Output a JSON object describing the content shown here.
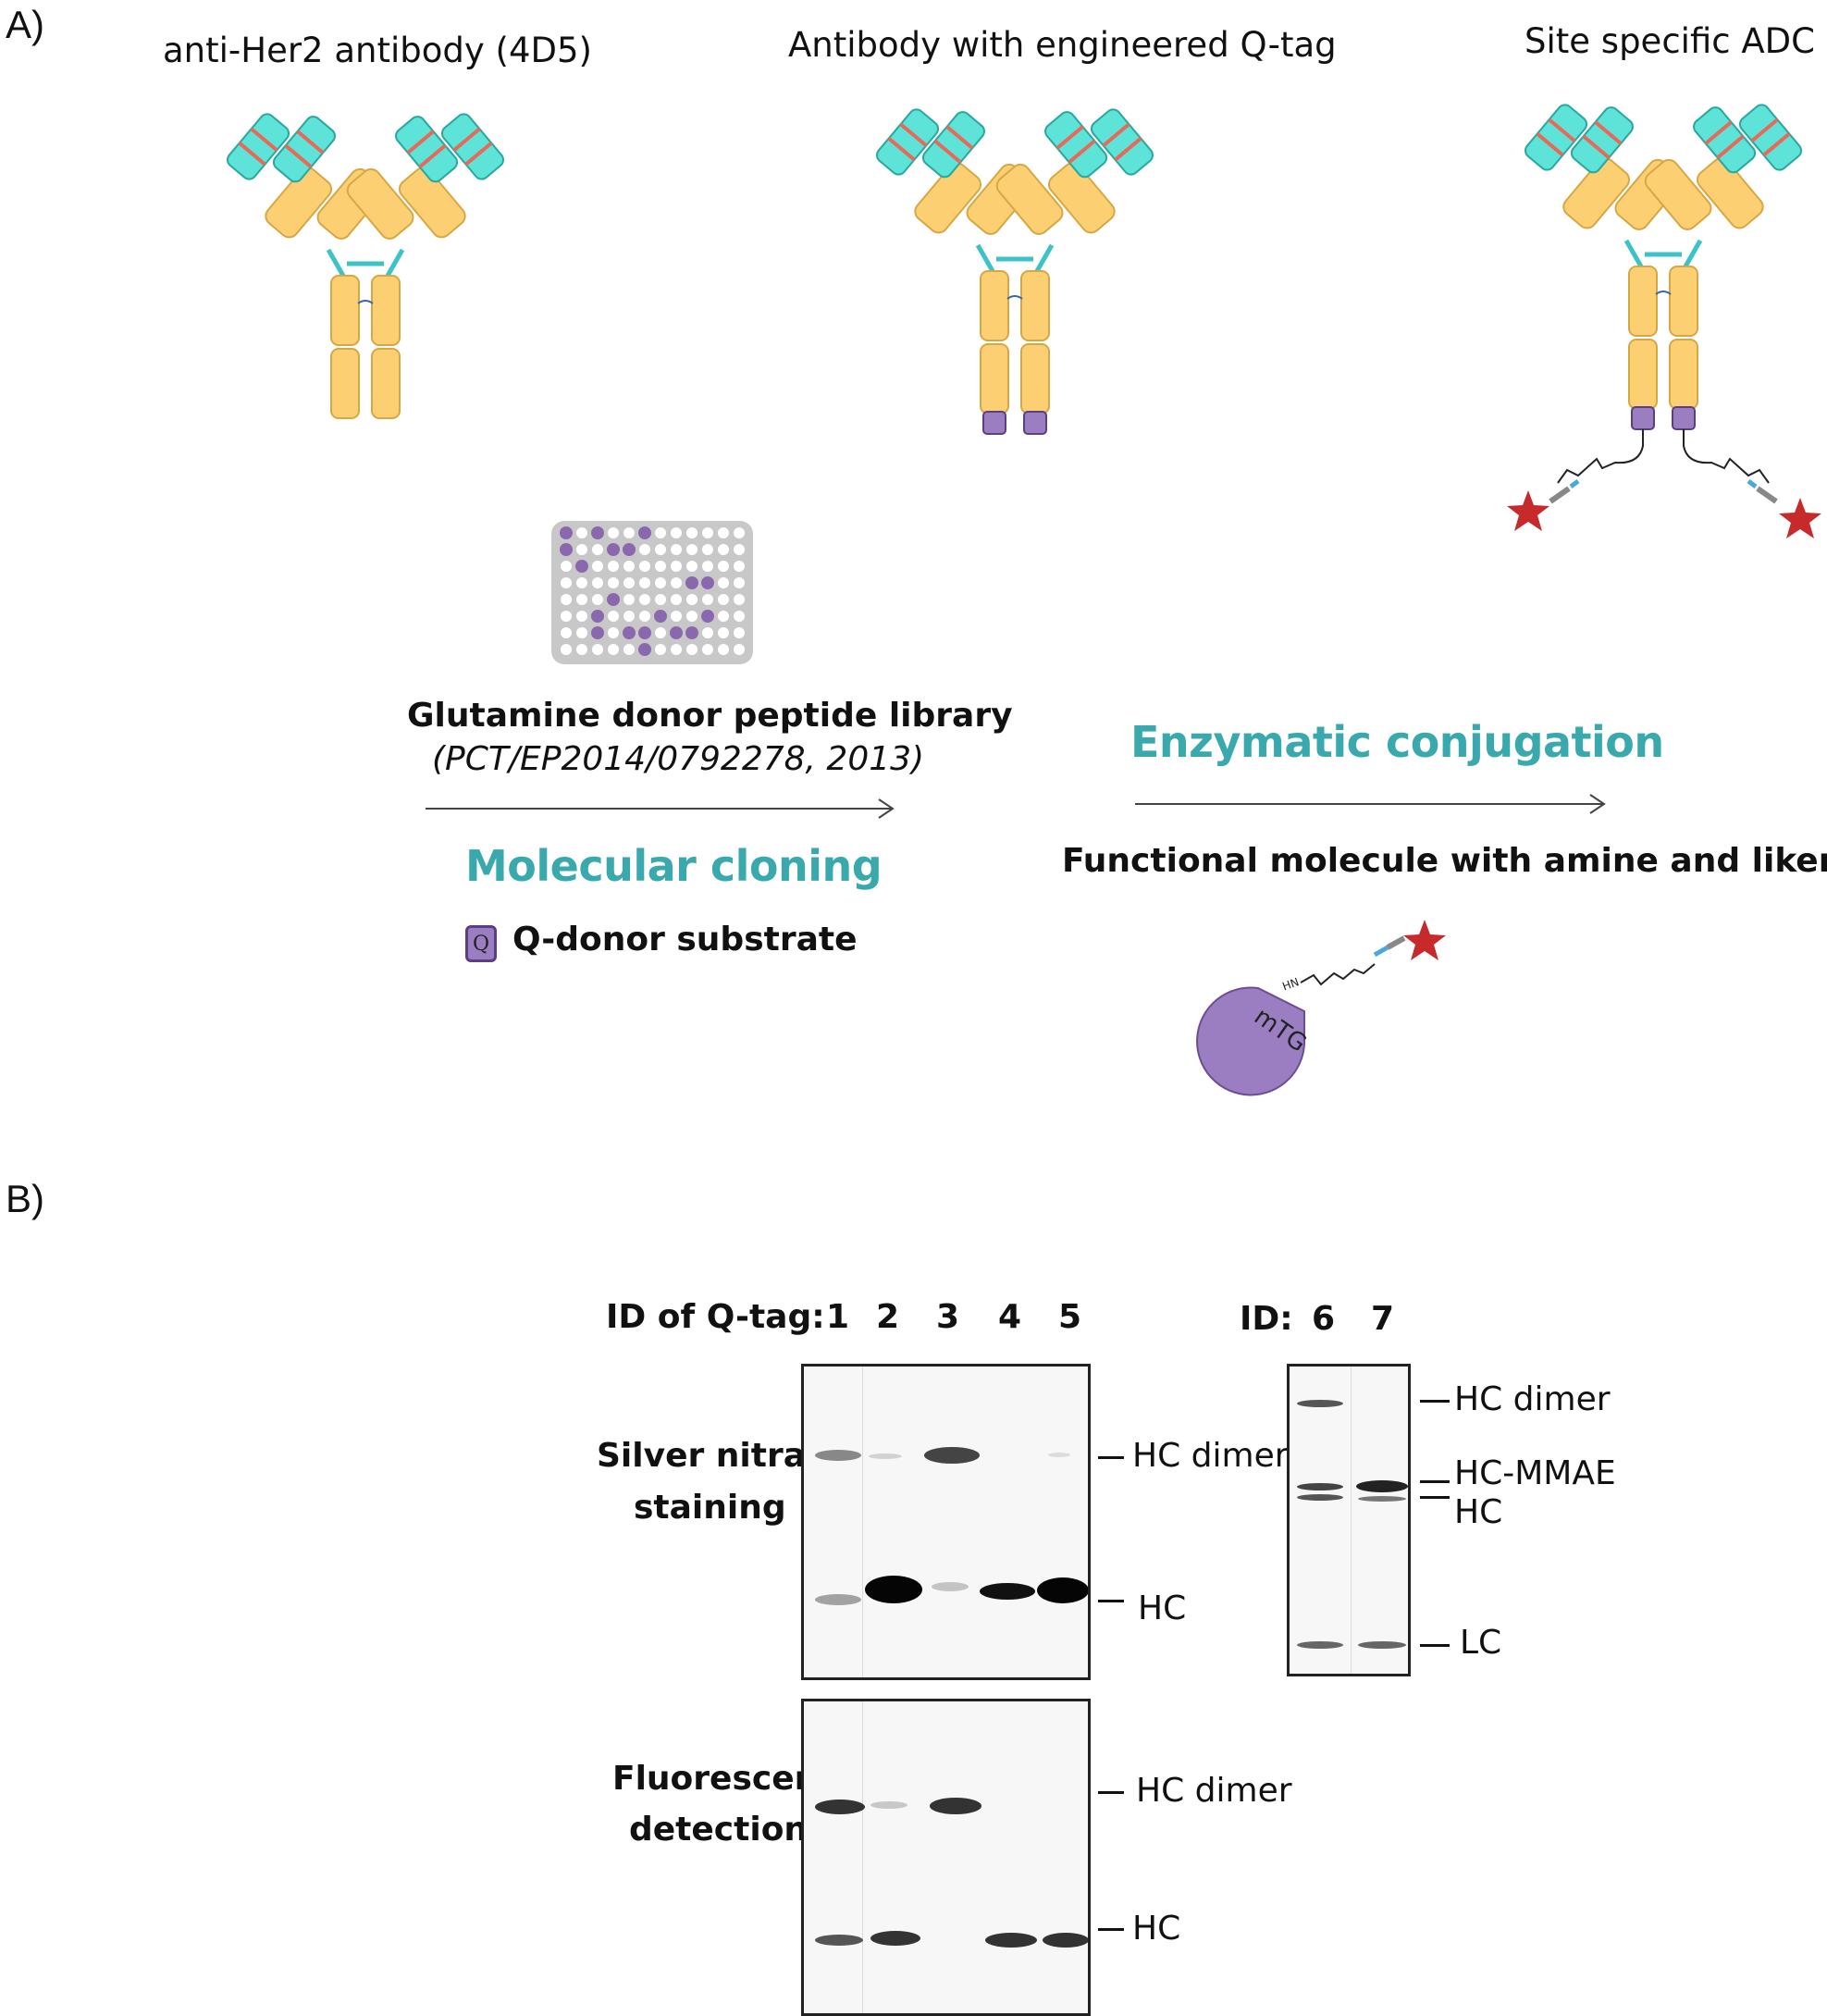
{
  "panels": {
    "a": "A)",
    "b": "B)"
  },
  "panel_a": {
    "titles": [
      "anti-Her2 antibody (4D5)",
      "Antibody with engineered Q-tag",
      "Site specific ADC"
    ],
    "library_title": "Glutamine donor peptide library",
    "library_ref": "(PCT/EP2014/0792278, 2013)",
    "step1": "Molecular cloning",
    "legend_q_glyph": "Q",
    "legend_q_text": "Q-donor substrate",
    "step2": "Enzymatic conjugation",
    "functional_molecule": "Functional molecule with amine and liker",
    "enzyme": "mTG",
    "amine_label": "HN",
    "colors": {
      "teal": "#3aa9ad",
      "yellow": "#fcd072",
      "cyan": "#5ee3d8",
      "red_stripe": "#e66a5a",
      "purple": "#9b7ec2",
      "star": "#c62a2a"
    }
  },
  "panel_b": {
    "qtag_label": "ID of Q-tag:",
    "lanes_left": [
      "1",
      "2",
      "3",
      "4",
      "5"
    ],
    "id_label": "ID:",
    "lanes_right": [
      "6",
      "7"
    ],
    "silver_label_1": "Silver nitrate",
    "silver_label_2": "staining",
    "fluor_label_1": "Fluorescent",
    "fluor_label_2": "detection",
    "silver_markers": [
      "HC dimer",
      "HC"
    ],
    "fluor_markers": [
      "HC dimer",
      "HC"
    ],
    "right_markers": [
      "HC dimer",
      "HC-MMAE",
      "HC",
      "LC"
    ]
  }
}
